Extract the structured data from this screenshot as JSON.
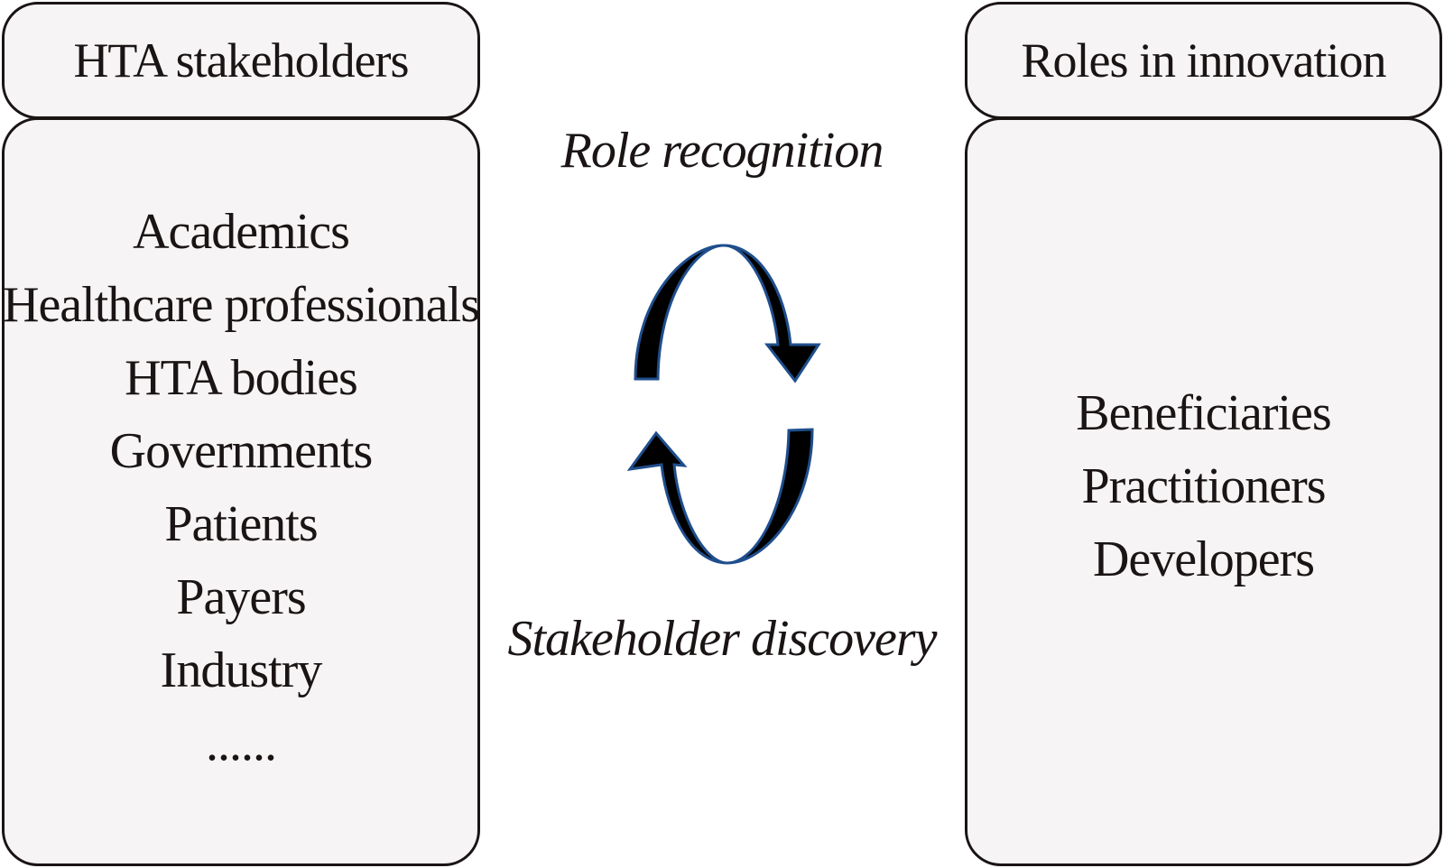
{
  "left_panel": {
    "title": "HTA stakeholders",
    "items": [
      "Academics",
      "Healthcare professionals",
      "HTA bodies",
      "Governments",
      "Patients",
      "Payers",
      "Industry",
      "......"
    ]
  },
  "right_panel": {
    "title": "Roles in innovation",
    "items": [
      "Beneficiaries",
      "Practitioners",
      "Developers"
    ]
  },
  "cycle": {
    "top_label": "Role recognition",
    "bottom_label": "Stakeholder discovery",
    "arrow_fill": "#000000",
    "arrow_stroke": "#1f4e8c"
  }
}
